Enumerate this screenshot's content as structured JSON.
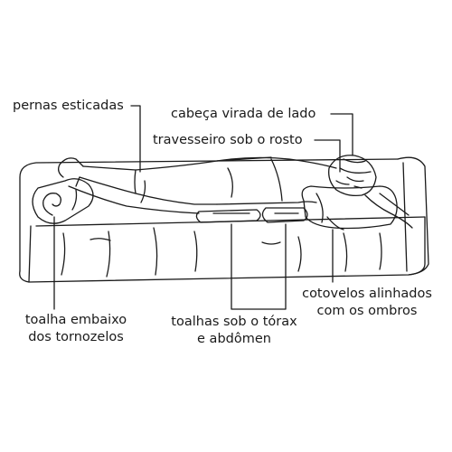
{
  "labels": {
    "legs": "pernas esticadas",
    "head": "cabeça virada de lado",
    "pillow": "travesseiro sob o rosto",
    "ankle_towel": [
      "toalha embaixo",
      "dos tornozelos"
    ],
    "chest_towels": [
      "toalhas sob o tórax",
      "e abdômen"
    ],
    "elbows": [
      "cotovelos alinhados",
      "com os ombros"
    ]
  },
  "colors": {
    "ink": "#1a1a1a",
    "background": "#ffffff"
  }
}
